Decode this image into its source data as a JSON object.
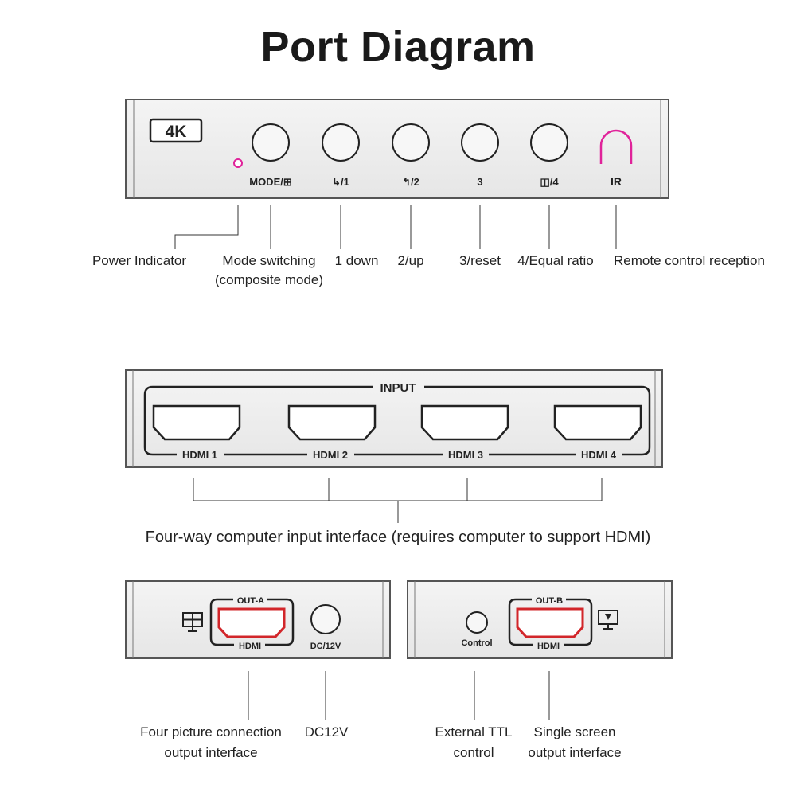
{
  "title": "Port Diagram",
  "front_panel": {
    "badge": "4K",
    "buttons": [
      "MODE/⊞",
      "↳/1",
      "↰/2",
      "3",
      "◫/4"
    ],
    "ir_label": "IR",
    "callouts": {
      "power": "Power Indicator",
      "mode_line1": "Mode switching",
      "mode_line2": "(composite mode)",
      "down": "1 down",
      "up": "2/up",
      "reset": "3/reset",
      "equal": "4/Equal ratio",
      "remote": "Remote control reception"
    }
  },
  "input_panel": {
    "header": "INPUT",
    "ports": [
      "HDMI 1",
      "HDMI 2",
      "HDMI 3",
      "HDMI 4"
    ],
    "caption": "Four-way computer input interface (requires computer to support HDMI)"
  },
  "output_panel_a": {
    "port_label": "OUT-A",
    "port_type": "HDMI",
    "dc_label": "DC/12V",
    "callouts": {
      "four_line1": "Four picture connection",
      "four_line2": "output interface",
      "dc": "DC12V"
    }
  },
  "output_panel_b": {
    "port_label": "OUT-B",
    "port_type": "HDMI",
    "control_label": "Control",
    "callouts": {
      "ttl_line1": "External TTL",
      "ttl_line2": "control",
      "single_line1": "Single screen",
      "single_line2": "output interface"
    }
  },
  "colors": {
    "accent": "#e0239a",
    "port_red": "#d2262a",
    "panel_border": "#555555"
  }
}
